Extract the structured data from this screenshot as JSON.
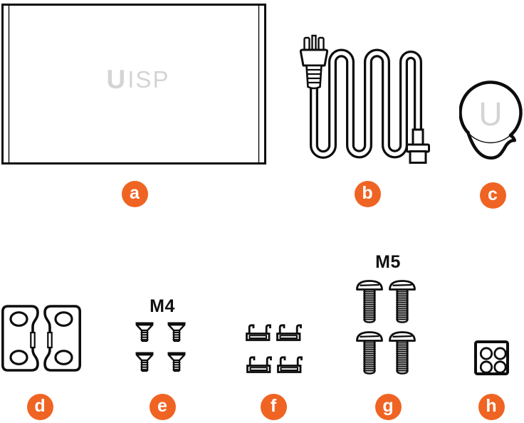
{
  "colors": {
    "accent_orange": "#F06423",
    "line_black": "#0d0d0d",
    "logo_gray": "#d4d4d4",
    "background": "#ffffff"
  },
  "device_box": {
    "logo_u": "U",
    "logo_isp": "ISP"
  },
  "round_device": {
    "logo_u": "U"
  },
  "items": [
    {
      "letter": "a",
      "icon": "device-chassis-icon"
    },
    {
      "letter": "b",
      "icon": "power-cord-icon"
    },
    {
      "letter": "c",
      "icon": "round-device-icon"
    },
    {
      "letter": "d",
      "icon": "mounting-brackets-icon"
    },
    {
      "letter": "e",
      "icon": "m4-screws-icon",
      "label": "M4"
    },
    {
      "letter": "f",
      "icon": "cable-clips-icon"
    },
    {
      "letter": "g",
      "icon": "m5-screws-icon",
      "label": "M5"
    },
    {
      "letter": "h",
      "icon": "rubber-feet-icon"
    }
  ]
}
